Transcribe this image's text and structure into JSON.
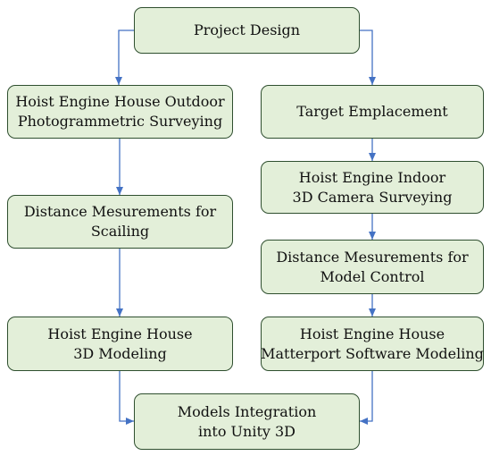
{
  "diagram": {
    "colors": {
      "box_fill": "#e3efd9",
      "box_border": "#2f4f2f",
      "arrow": "#4472c4"
    },
    "nodes": {
      "project_design": {
        "lines": [
          "Project Design"
        ]
      },
      "outdoor_survey": {
        "lines": [
          "Hoist Engine House Outdoor",
          "Photogrammetric Surveying"
        ]
      },
      "target_emplacement": {
        "lines": [
          "Target Emplacement"
        ]
      },
      "indoor_survey": {
        "lines": [
          "Hoist Engine Indoor",
          "3D Camera Surveying"
        ]
      },
      "distance_scaling": {
        "lines": [
          "Distance Mesurements for",
          "Scailing"
        ]
      },
      "distance_model_control": {
        "lines": [
          "Distance Mesurements for",
          "Model Control"
        ]
      },
      "house_3d_modeling": {
        "lines": [
          "Hoist Engine House",
          "3D Modeling"
        ]
      },
      "matterport_modeling": {
        "lines": [
          "Hoist Engine House",
          "Matterport Software Modeling"
        ]
      },
      "models_integration": {
        "lines": [
          "Models Integration",
          "into Unity 3D"
        ]
      }
    }
  }
}
